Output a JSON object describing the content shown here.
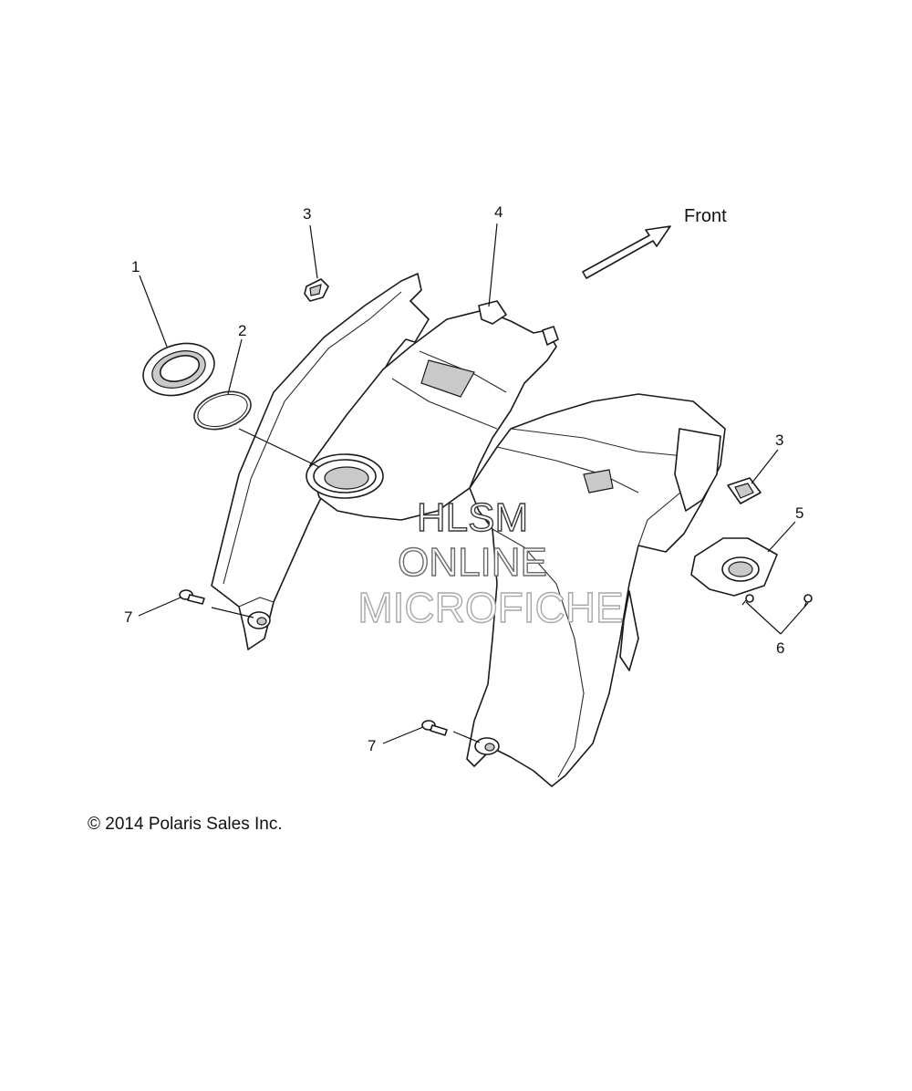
{
  "diagram": {
    "direction_label": "Front",
    "callouts": [
      {
        "id": "c1",
        "label": "1"
      },
      {
        "id": "c2",
        "label": "2"
      },
      {
        "id": "c3a",
        "label": "3"
      },
      {
        "id": "c4",
        "label": "4"
      },
      {
        "id": "c3b",
        "label": "3"
      },
      {
        "id": "c5",
        "label": "5"
      },
      {
        "id": "c6",
        "label": "6"
      },
      {
        "id": "c7a",
        "label": "7"
      },
      {
        "id": "c7b",
        "label": "7"
      }
    ],
    "watermark": {
      "line1": "HLSM",
      "line2": "ONLINE",
      "line3": "MICROFICHE"
    },
    "copyright": "© 2014 Polaris Sales Inc."
  }
}
